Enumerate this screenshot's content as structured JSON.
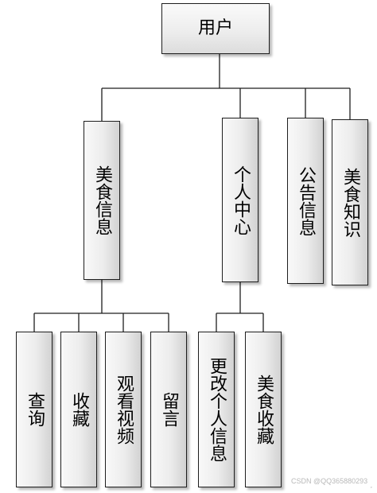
{
  "root": {
    "label": "用户"
  },
  "level1": [
    {
      "id": "food-info",
      "label": "美食信息"
    },
    {
      "id": "personal-center",
      "label": "个人中心"
    },
    {
      "id": "notice-info",
      "label": "公告信息"
    },
    {
      "id": "food-knowledge",
      "label": "美食知识"
    }
  ],
  "level2_food_info": [
    {
      "id": "query",
      "label": "查询"
    },
    {
      "id": "favorite",
      "label": "收藏"
    },
    {
      "id": "watch-video",
      "label": "观看视频"
    },
    {
      "id": "message",
      "label": "留言"
    }
  ],
  "level2_personal_center": [
    {
      "id": "edit-personal-info",
      "label": "更改个人信息"
    },
    {
      "id": "food-favorites",
      "label": "美食收藏"
    }
  ],
  "watermark": "CSDN @QQ365880293",
  "corner_mark": "ˇ"
}
